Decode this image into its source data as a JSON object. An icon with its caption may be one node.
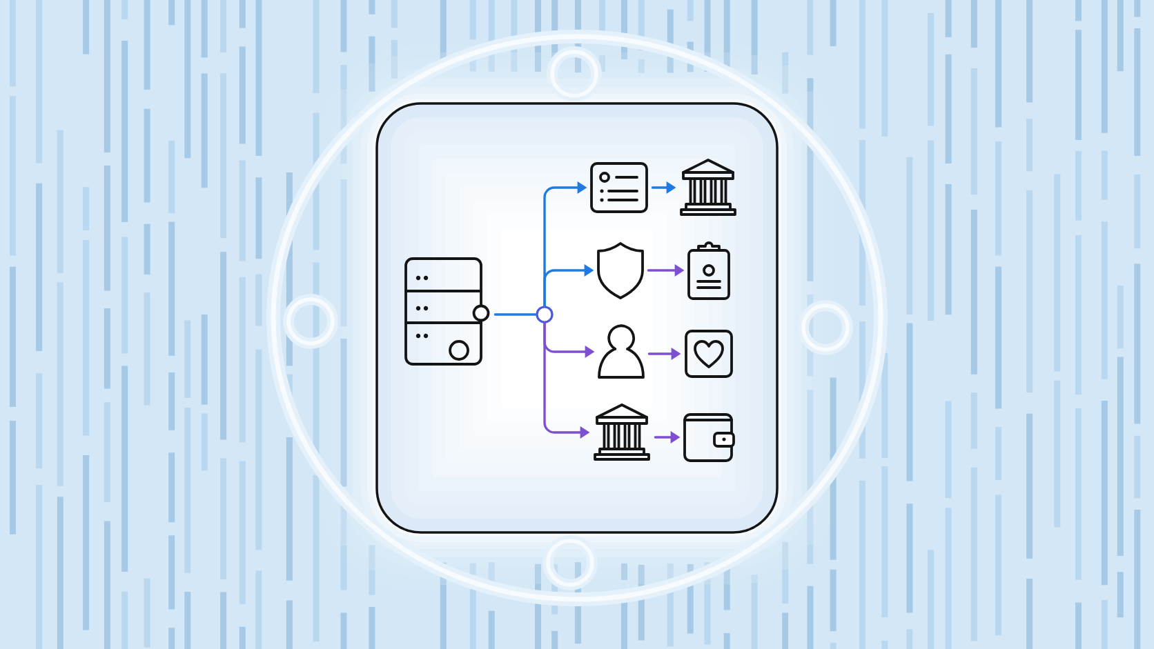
{
  "diagram": {
    "nodes": [
      {
        "text": [],
        "shape": "box"
      },
      {
        "text": [],
        "shape": "picture",
        "in": 0
      },
      {
        "text": [],
        "shape": "circle",
        "in": 0
      },
      {
        "text": [],
        "shape": "picture",
        "in": 0
      },
      {
        "text": [],
        "shape": "picture",
        "in": 0
      },
      {
        "text": [],
        "shape": "picture",
        "in": 0
      },
      {
        "text": [],
        "shape": "picture",
        "in": 0
      },
      {
        "text": [],
        "shape": "person",
        "in": 0
      },
      {
        "text": [],
        "shape": "picture",
        "in": 0
      },
      {
        "text": [],
        "shape": "picture",
        "in": 0
      },
      {
        "text": [],
        "shape": "picture",
        "in": 0
      }
    ],
    "edges": [
      {
        "from": 1,
        "to": 2,
        "arrow": "none",
        "color": "#1f7ae2"
      },
      {
        "from": 2,
        "to": 3,
        "arrow": "to",
        "color": "#1f7ae2"
      },
      {
        "from": 3,
        "to": 4,
        "arrow": "to",
        "color": "#1f7ae2"
      },
      {
        "from": 2,
        "to": 5,
        "arrow": "to",
        "color": "#1f7ae2"
      },
      {
        "from": 5,
        "to": 6,
        "arrow": "to"
      },
      {
        "from": 2,
        "to": 7,
        "arrow": "to"
      },
      {
        "from": 7,
        "to": 8,
        "arrow": "to"
      },
      {
        "from": 2,
        "to": 9,
        "arrow": "to"
      },
      {
        "from": 9,
        "to": 10,
        "arrow": "to"
      }
    ]
  }
}
